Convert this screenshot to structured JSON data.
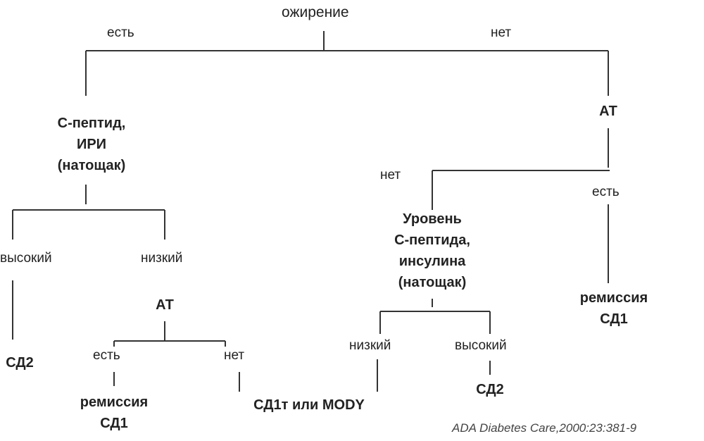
{
  "root": "ожирение",
  "branches": {
    "yes": "есть",
    "no": "нет",
    "high": "высокий",
    "low": "низкий"
  },
  "nodes": {
    "c_peptide_iri": [
      "С-пептид,",
      "ИРИ",
      "(натощак)"
    ],
    "at_right": "АТ",
    "at_left": "АТ",
    "c_peptide_level": [
      "Уровень",
      "С-пептида,",
      "инсулина",
      "(натощак)"
    ],
    "remission_right": [
      "ремиссия",
      "СД1"
    ],
    "remission_left": [
      "ремиссия",
      "СД1"
    ],
    "sd2_left": "СД2",
    "sd2_right": "СД2",
    "sd1t_mody": "СД1т или MODY"
  },
  "citation": "ADA Diabetes Care,2000:23:381-9",
  "colors": {
    "line": "#333333",
    "text": "#222222"
  }
}
